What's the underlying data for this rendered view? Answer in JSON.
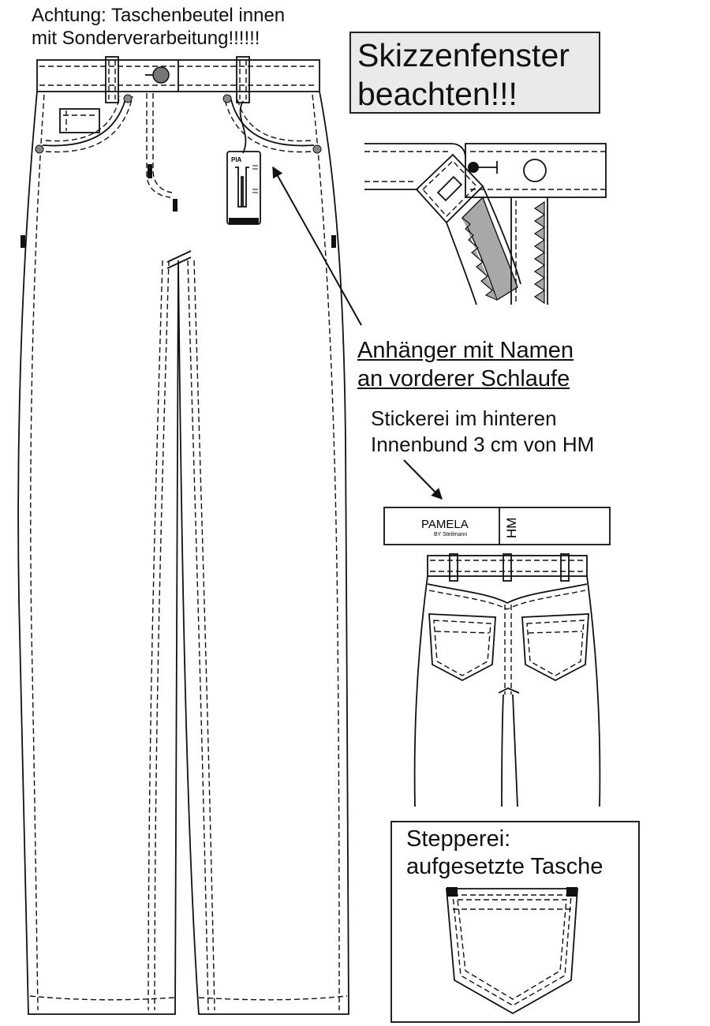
{
  "notes": {
    "pocket_bag_line1": "Achtung: Taschenbeutel innen",
    "pocket_bag_line2": "mit Sonderverarbeitung!!!!!!",
    "sketch_window_line1": "Skizzenfenster",
    "sketch_window_line2": "beachten!!!",
    "hangtag_line1": "Anhänger mit Namen",
    "hangtag_line2": "an vorderer Schlaufe",
    "embroidery_line1": "Stickerei im hinteren",
    "embroidery_line2": "Innenbund 3 cm von HM",
    "stitching_line1": "Stepperei:",
    "stitching_line2": "aufgesetzte Tasche"
  },
  "hangtag": {
    "brand": "PIA"
  },
  "label": {
    "brand": "PAMELA",
    "sub": "BY Steilmann",
    "hm": "HM"
  },
  "colors": {
    "line": "#111111",
    "callout_fill": "#eaeaea",
    "zigzag_fill": "#a8a8a8"
  }
}
